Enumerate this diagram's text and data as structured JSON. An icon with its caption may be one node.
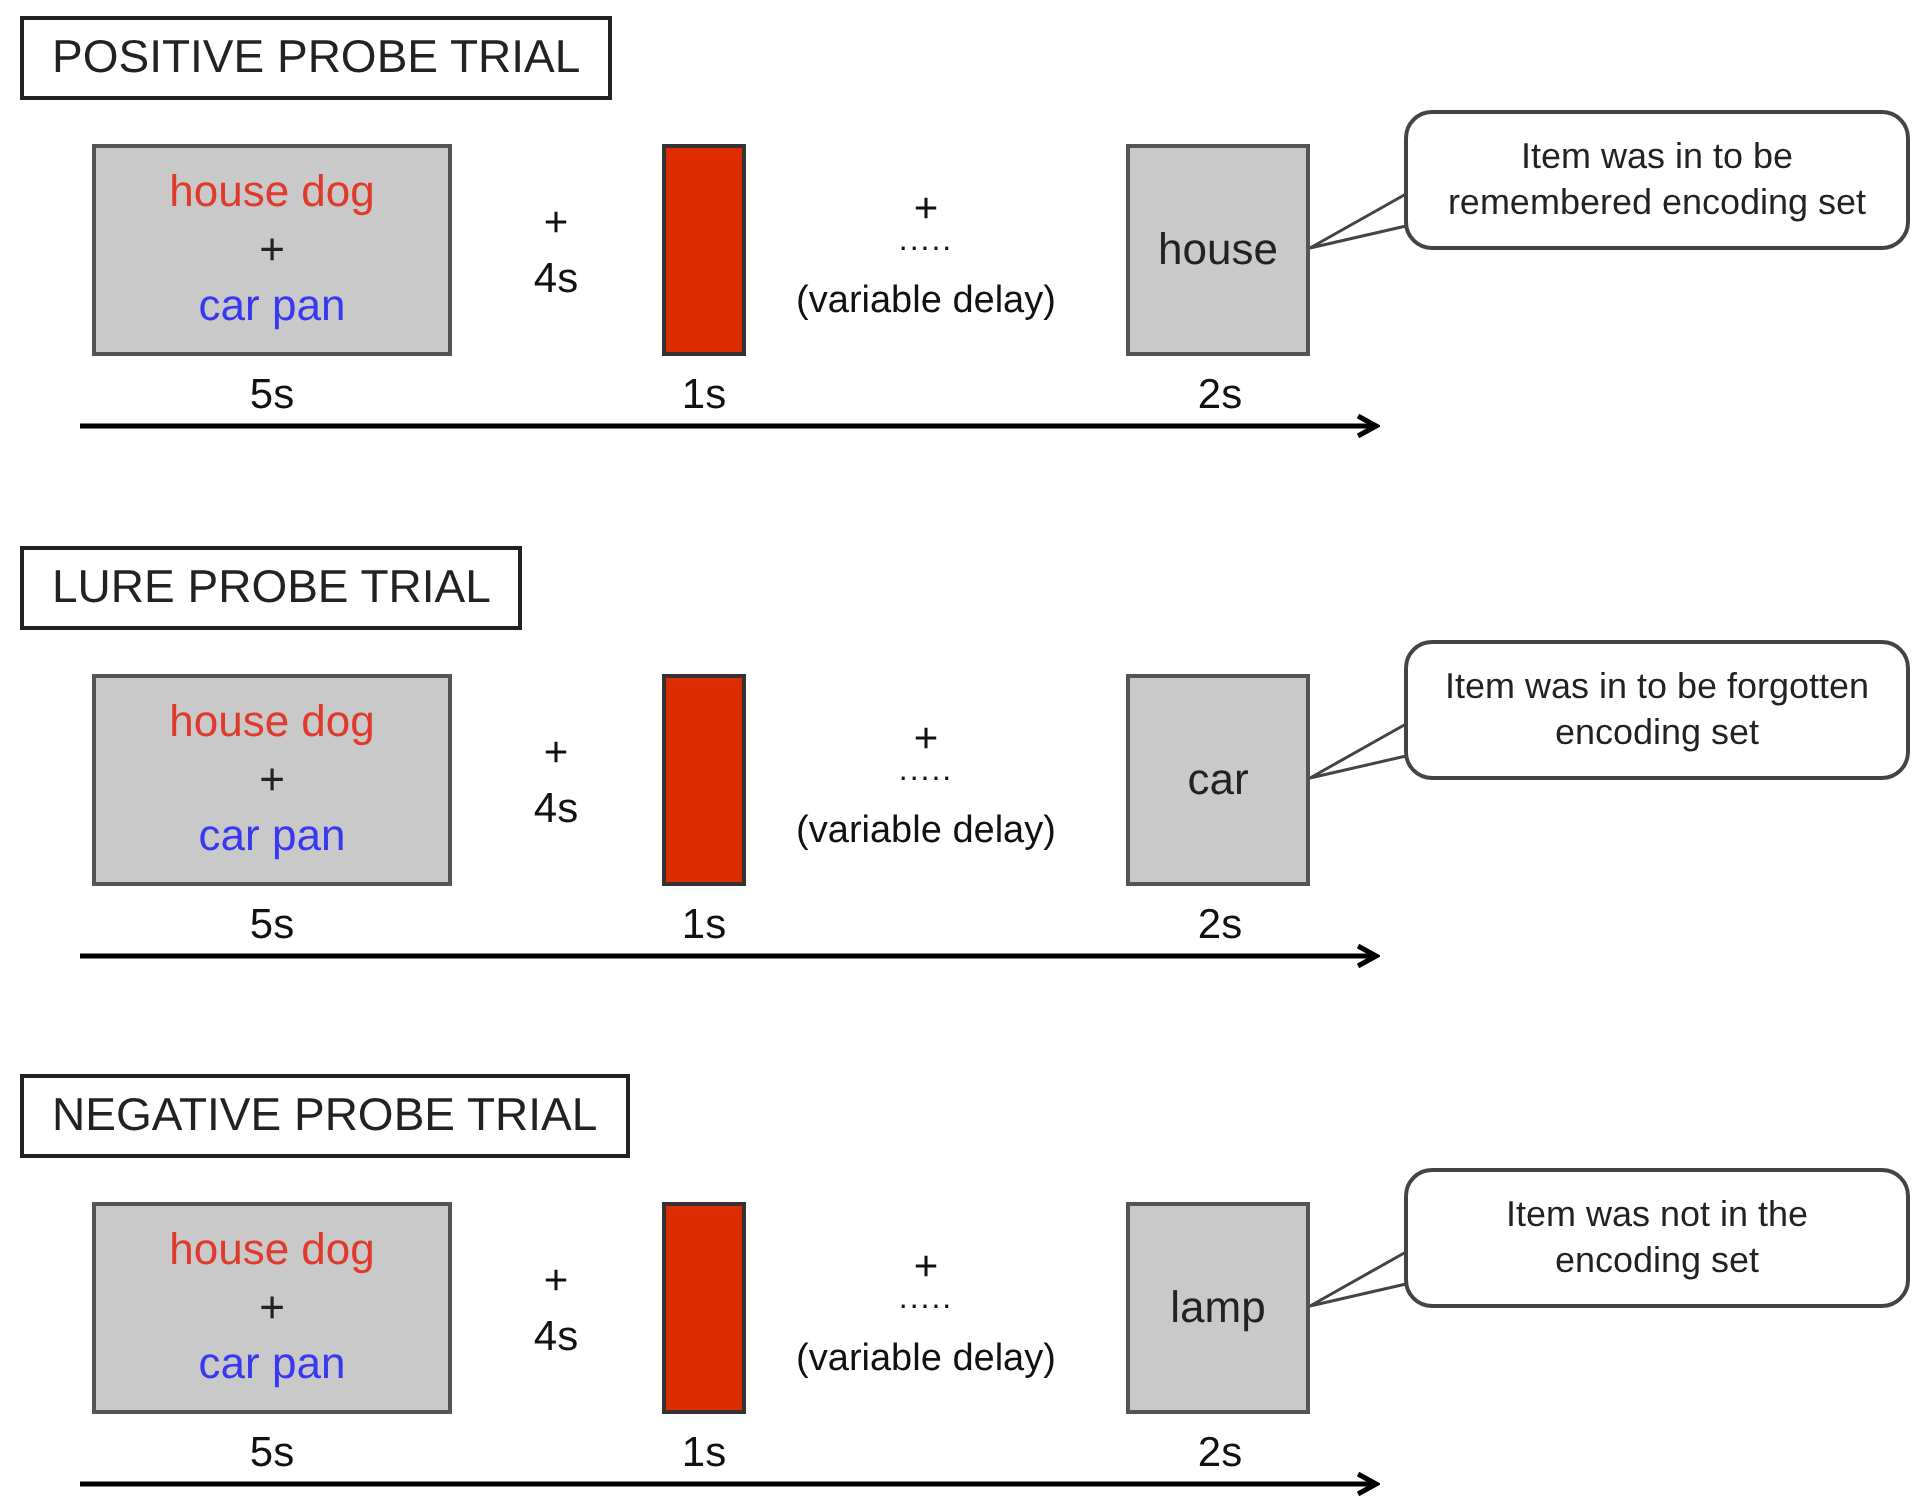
{
  "diagram": {
    "nodes": [
      {
        "text": [
          "POSITIVE PROBE TRIAL"
        ]
      },
      {
        "text": [
          "house dog",
          "+",
          "car pan"
        ],
        "beside": [
          "5s"
        ]
      },
      {
        "text": [],
        "shape": "box",
        "beside": [
          "1s"
        ]
      },
      {
        "text": [
          "house"
        ],
        "beside": [
          "2s"
        ]
      },
      {
        "text": [
          "Item was in to be remembered encoding set"
        ]
      },
      {
        "text": [
          "LURE PROBE TRIAL"
        ]
      },
      {
        "text": [
          "house dog",
          "+",
          "car pan"
        ],
        "beside": [
          "5s"
        ]
      },
      {
        "text": [],
        "shape": "box",
        "beside": [
          "1s"
        ]
      },
      {
        "text": [
          "car"
        ],
        "beside": [
          "2s"
        ]
      },
      {
        "text": [
          "Item was in to be forgotten encoding set"
        ]
      },
      {
        "text": [
          "NEGATIVE PROBE TRIAL"
        ]
      },
      {
        "text": [
          "house dog",
          "+",
          "car pan"
        ],
        "beside": [
          "5s"
        ]
      },
      {
        "text": [],
        "shape": "box",
        "beside": [
          "1s"
        ]
      },
      {
        "text": [
          "lamp"
        ],
        "beside": [
          "2s"
        ]
      },
      {
        "text": [
          "Item was not in the encoding set"
        ]
      }
    ],
    "edges": [
      {
        "from": 4,
        "to": 3,
        "arrow": "to"
      },
      {
        "from": 9,
        "to": 8,
        "arrow": "to"
      },
      {
        "from": 14,
        "to": 13,
        "arrow": "to"
      }
    ],
    "labels": [
      "+",
      "4s",
      "+",
      ".....",
      "(variable delay)",
      "+",
      "4s",
      "+",
      ".....",
      "(variable delay)",
      "+",
      "4s",
      "+",
      ".....",
      "(variable delay)"
    ]
  }
}
